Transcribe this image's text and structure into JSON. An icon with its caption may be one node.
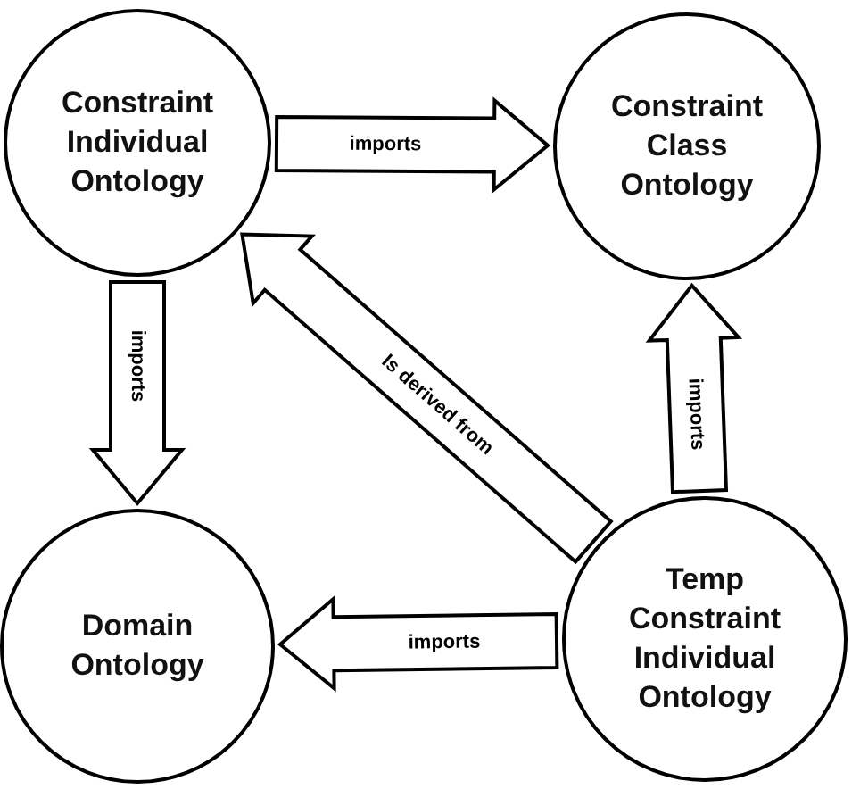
{
  "diagram": {
    "nodes": [
      {
        "text": [
          "Constraint Individual Ontology"
        ]
      },
      {
        "text": [
          "Constraint Class Ontology"
        ]
      },
      {
        "text": [
          "Domain Ontology"
        ]
      },
      {
        "text": [
          "Temp Constraint Individual Ontology"
        ]
      }
    ],
    "edges": [
      {
        "from": 0,
        "to": 1,
        "arrow": "to",
        "label": "imports"
      },
      {
        "from": 0,
        "to": 2,
        "arrow": "to",
        "label": "imports"
      },
      {
        "from": 3,
        "to": 0,
        "arrow": "to",
        "label": "Is derived from"
      },
      {
        "from": 3,
        "to": 1,
        "arrow": "to",
        "label": "imports"
      },
      {
        "from": 3,
        "to": 2,
        "arrow": "to",
        "label": "imports"
      }
    ]
  }
}
